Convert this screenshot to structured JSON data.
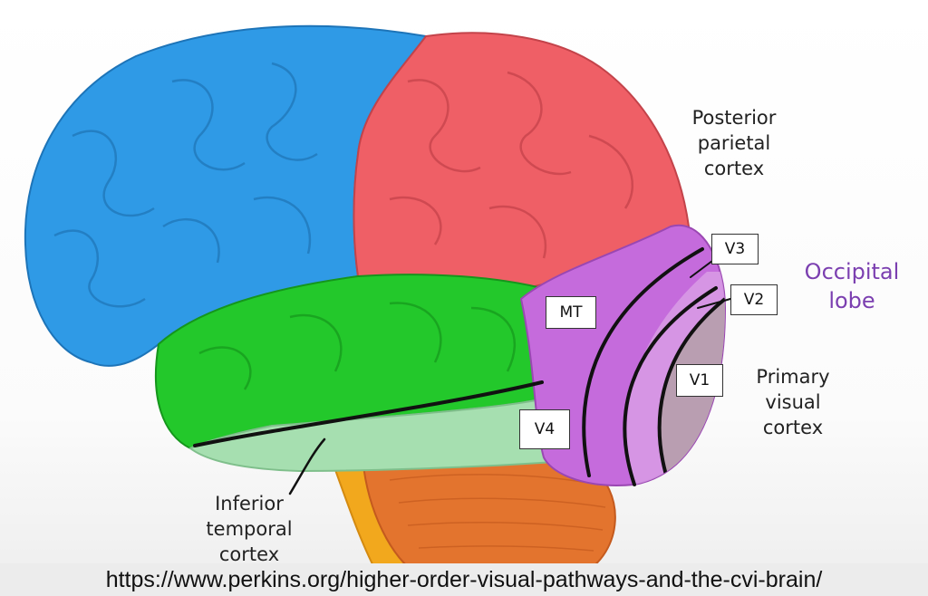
{
  "colors": {
    "frontal": "#2f9ae6",
    "parietal": "#ef5f66",
    "temporal": "#23c82b",
    "inferior_temporal": "#a6dfb0",
    "occipital": "#c56bdc",
    "cerebellum": "#e3742e",
    "brainstem": "#f2a81d",
    "lobe_label": "#7b3fb0"
  },
  "labels": {
    "posterior_parietal": "Posterior\nparietal\ncortex",
    "occipital_lobe": "Occipital\nlobe",
    "primary_visual": "Primary\nvisual\ncortex",
    "inferior_temporal": "Inferior\ntemporal\ncortex"
  },
  "areas": {
    "v3": "V3",
    "v2": "V2",
    "v1": "V1",
    "mt": "MT",
    "v4": "V4"
  },
  "source_url": "https://www.perkins.org/higher-order-visual-pathways-and-the-cvi-brain/"
}
